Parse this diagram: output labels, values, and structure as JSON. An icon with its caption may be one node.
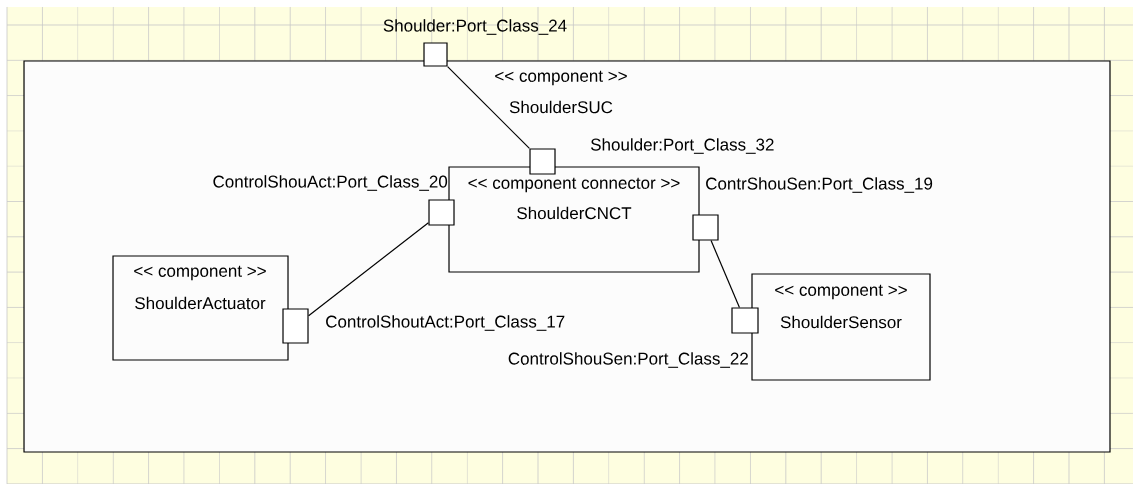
{
  "diagram": {
    "nodes": [
      {
        "text": [
          "<< component >>",
          "ShoulderSUC"
        ]
      },
      {
        "text": [],
        "shape": "box",
        "beside": [
          "Shoulder:Port_Class_24"
        ]
      },
      {
        "text": [
          "<< component connector >>",
          "ShoulderCNCT"
        ],
        "in": 0
      },
      {
        "text": [],
        "shape": "box",
        "in": 0
      },
      {
        "text": [],
        "shape": "box",
        "beside": [
          "ControlShouAct:Port_Class_20"
        ],
        "in": 0
      },
      {
        "text": [],
        "shape": "box",
        "in": 0
      },
      {
        "text": [
          "<< component >>",
          "ShoulderActuator"
        ],
        "in": 0
      },
      {
        "text": [],
        "shape": "box",
        "beside": [
          "ControlShoutAct:Port_Class_17"
        ],
        "in": 0
      },
      {
        "text": [
          "<< component >>",
          "ShoulderSensor"
        ],
        "in": 0
      },
      {
        "text": [],
        "shape": "box",
        "in": 0
      }
    ],
    "labels": [
      "Shoulder:Port_Class_32",
      "ContrShouSen:Port_Class_19",
      "ControlShouSen:Port_Class_22"
    ],
    "edges": [
      {
        "from": 1,
        "to": 3,
        "arrow": "none"
      },
      {
        "from": 4,
        "to": 7,
        "arrow": "none"
      },
      {
        "from": 5,
        "to": 9,
        "arrow": "none"
      }
    ]
  }
}
